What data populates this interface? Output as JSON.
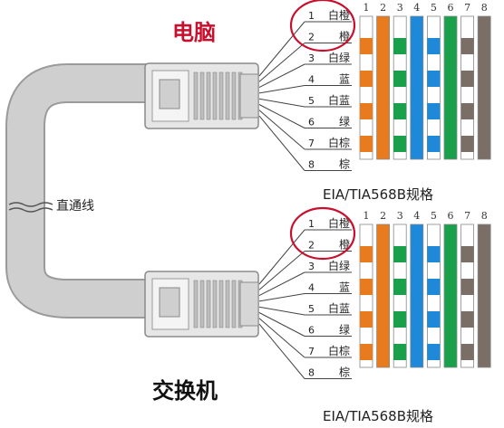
{
  "top_device_label": "电脑",
  "bottom_device_label": "交换机",
  "cable_label": "直通线",
  "standard_label": "EIA/TIA568B规格",
  "pin_numbers": [
    "1",
    "2",
    "3",
    "4",
    "5",
    "6",
    "7",
    "8"
  ],
  "wire_labels": [
    {
      "num": "1",
      "name": "白橙"
    },
    {
      "num": "2",
      "name": "橙"
    },
    {
      "num": "3",
      "name": "白绿"
    },
    {
      "num": "4",
      "name": "蓝"
    },
    {
      "num": "5",
      "name": "白蓝"
    },
    {
      "num": "6",
      "name": "绿"
    },
    {
      "num": "7",
      "name": "白棕"
    },
    {
      "num": "8",
      "name": "棕"
    }
  ],
  "wires": [
    {
      "color": "#e87b1e",
      "striped": true
    },
    {
      "color": "#e87b1e",
      "striped": false
    },
    {
      "color": "#1aa04a",
      "striped": true
    },
    {
      "color": "#1e88d9",
      "striped": false
    },
    {
      "color": "#1e88d9",
      "striped": true
    },
    {
      "color": "#1aa04a",
      "striped": false
    },
    {
      "color": "#7a6e66",
      "striped": true
    },
    {
      "color": "#7a6e66",
      "striped": false
    }
  ],
  "colors": {
    "top_label": "#c8102e",
    "highlight_circle": "#c8102e",
    "cable": "#c9c9c9",
    "text": "#222222"
  }
}
